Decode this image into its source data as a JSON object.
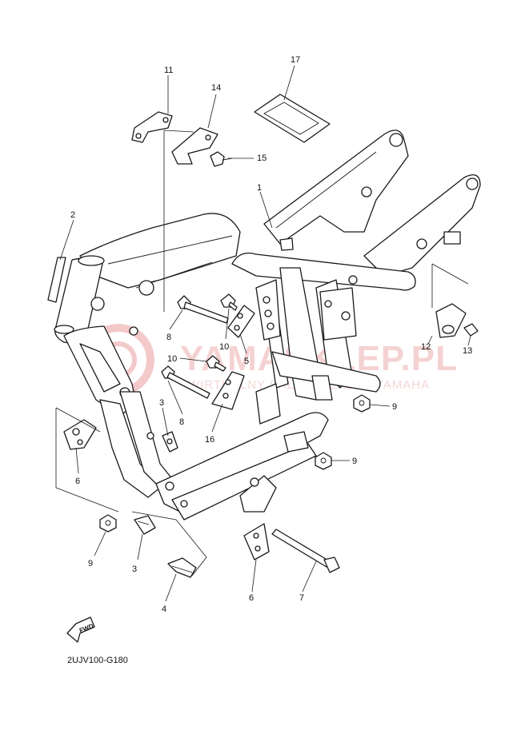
{
  "diagram_code": "2UJV100-G180",
  "watermark": {
    "main": "YAMASKLEP.PL",
    "sub": "WIRTUALNY SALON DEALER YAMAHA",
    "color": "#e8a0a0"
  },
  "fwd_label": "FWD",
  "callouts": [
    {
      "id": "c17",
      "label": "17"
    },
    {
      "id": "c11",
      "label": "11"
    },
    {
      "id": "c14",
      "label": "14"
    },
    {
      "id": "c15",
      "label": "15"
    },
    {
      "id": "c1",
      "label": "1"
    },
    {
      "id": "c2",
      "label": "2"
    },
    {
      "id": "c8a",
      "label": "8"
    },
    {
      "id": "c10a",
      "label": "10"
    },
    {
      "id": "c5",
      "label": "5"
    },
    {
      "id": "c10b",
      "label": "10"
    },
    {
      "id": "c8b",
      "label": "8"
    },
    {
      "id": "c3a",
      "label": "3"
    },
    {
      "id": "c16",
      "label": "16"
    },
    {
      "id": "c12",
      "label": "12"
    },
    {
      "id": "c13",
      "label": "13"
    },
    {
      "id": "c9a",
      "label": "9"
    },
    {
      "id": "c9b",
      "label": "9"
    },
    {
      "id": "c6a",
      "label": "6"
    },
    {
      "id": "c9c",
      "label": "9"
    },
    {
      "id": "c3b",
      "label": "3"
    },
    {
      "id": "c4",
      "label": "4"
    },
    {
      "id": "c6b",
      "label": "6"
    },
    {
      "id": "c7",
      "label": "7"
    }
  ]
}
